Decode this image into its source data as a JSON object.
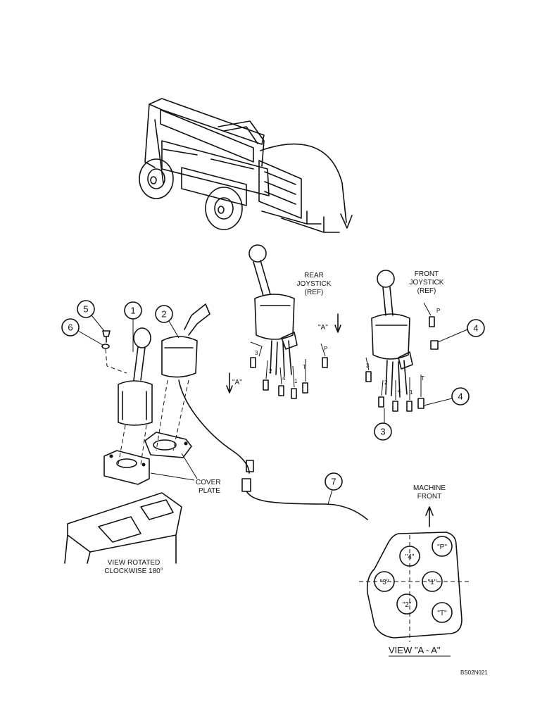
{
  "callouts": [
    "1",
    "2",
    "3",
    "4",
    "4",
    "5",
    "6",
    "7"
  ],
  "labels": {
    "rear_joystick": [
      "REAR",
      "JOYSTICK",
      "(REF)"
    ],
    "front_joystick": [
      "FRONT",
      "JOYSTICK",
      "(REF)"
    ],
    "cover_plate": [
      "COVER",
      "PLATE"
    ],
    "view_rotated": [
      "VIEW ROTATED",
      "CLOCKWISE 180°"
    ],
    "machine_front": [
      "MACHINE",
      "FRONT"
    ],
    "view_aa": "VIEW \"A - A\"",
    "section_a": "\"A\"",
    "figure_id": "BS02N021"
  },
  "port_labels": {
    "rear": [
      "3",
      "2",
      "4",
      "1",
      "T",
      "P"
    ],
    "front": [
      "3",
      "2",
      "4",
      "1",
      "T",
      "P"
    ],
    "view_aa": [
      "\"4\"",
      "\"P\"",
      "\"3\"",
      "\"1\"",
      "\"2\"",
      "\"T\""
    ]
  }
}
